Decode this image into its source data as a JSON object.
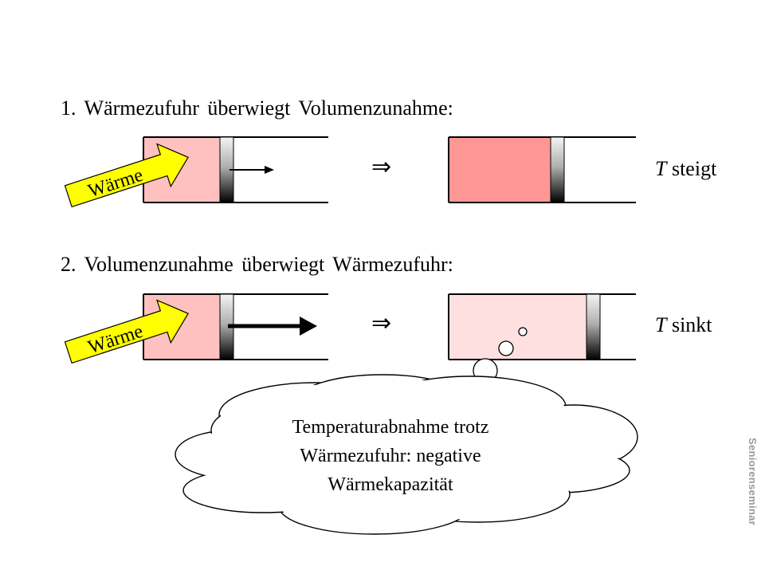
{
  "heading_1": "1. Wärmezufuhr überwiegt Volumenzunahme:",
  "heading_2": "2. Volumenzunahme überwiegt Wärmezufuhr:",
  "heat_label": "Wärme",
  "implies_symbol": "⇒",
  "result_1": {
    "symbol": "T",
    "text": "steigt"
  },
  "result_2": {
    "symbol": "T",
    "text": "sinkt"
  },
  "thought_cloud": {
    "lines": [
      "Temperaturabnahme trotz",
      "Wärmezufuhr: negative",
      "Wärmekapazität"
    ]
  },
  "watermark": "Seniorenseminar",
  "colors": {
    "gas_initial": "#ffc0c0",
    "gas_hot": "#ff9797",
    "gas_cool": "#ffe0e0",
    "heat_arrow": "#ffff00"
  }
}
